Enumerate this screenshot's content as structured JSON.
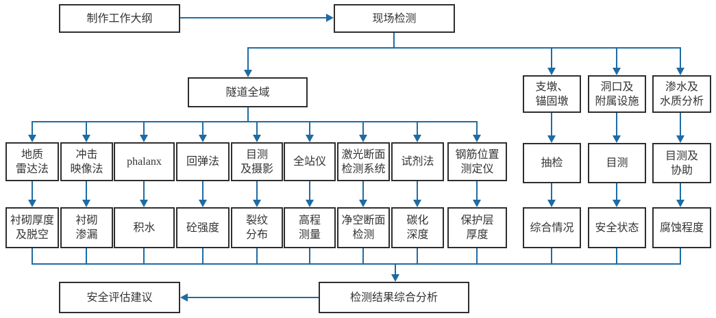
{
  "colors": {
    "accent": "#1E6BA3",
    "box_border": "#2d2d2d",
    "text": "#333333",
    "bg": "#ffffff"
  },
  "flow": {
    "top": {
      "plan": "制作工作大纲",
      "site": "现场检测"
    },
    "tunnel": "隧道全域",
    "right_objects": [
      "支墩、\n锚固墩",
      "洞口及\n附属设施",
      "渗水及\n水质分析"
    ],
    "methods": [
      "地质\n雷达法",
      "冲击\n映像法",
      "phalanx",
      "回弹法",
      "目测\n及摄影",
      "全站仪",
      "激光断面\n检测系统",
      "试剂法",
      "钢筋位置\n测定仪"
    ],
    "right_methods": [
      "抽检",
      "目测",
      "目测及\n协助"
    ],
    "results": [
      "衬砌厚度\n及脱空",
      "衬砌\n渗漏",
      "积水",
      "砼强度",
      "裂纹\n分布",
      "高程\n测量",
      "净空断面\n检测",
      "碳化\n深度",
      "保护层\n厚度"
    ],
    "right_results": [
      "综合情况",
      "安全状态",
      "腐蚀程度"
    ],
    "bottom": {
      "analysis": "检测结果综合分析",
      "advice": "安全评估建议"
    }
  }
}
